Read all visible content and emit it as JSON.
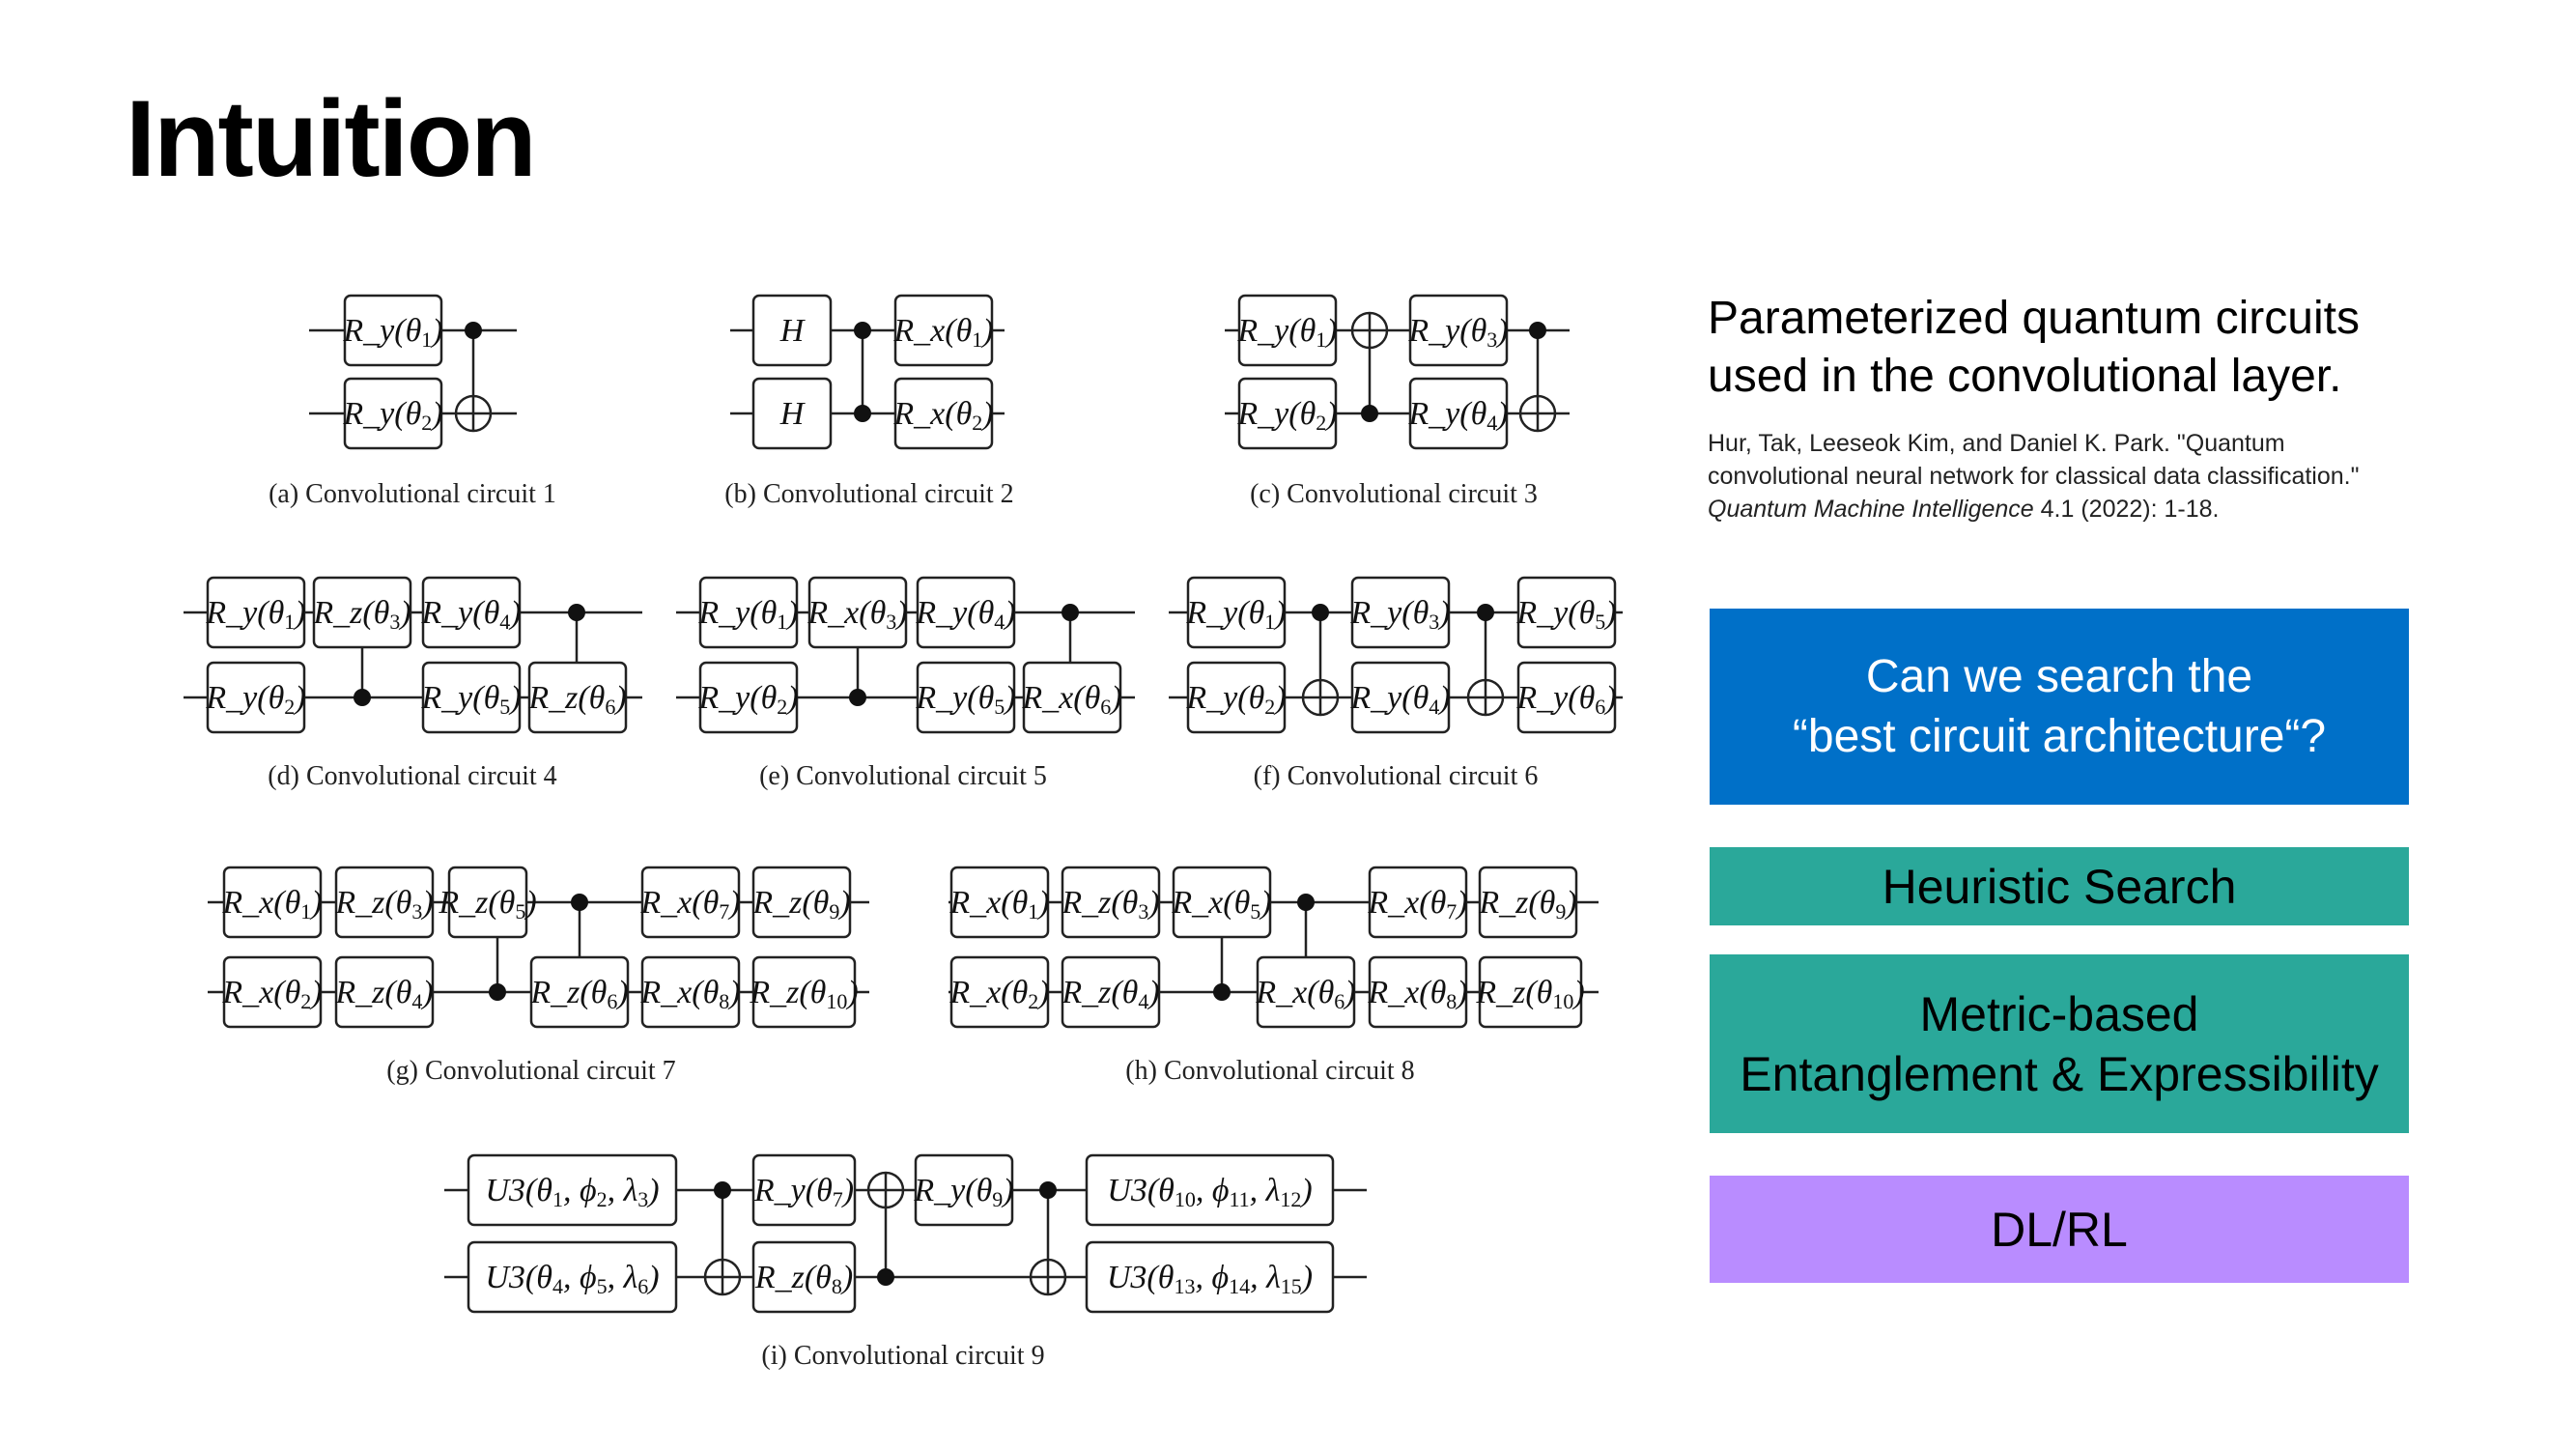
{
  "title": "Intuition",
  "circuits": [
    {
      "caption": "(a) Convolutional circuit 1",
      "gates": [
        "R_y(θ_1)",
        "R_y(θ_2)"
      ]
    },
    {
      "caption": "(b) Convolutional circuit 2",
      "gates": [
        "H",
        "H",
        "R_x(θ_1)",
        "R_x(θ_2)"
      ]
    },
    {
      "caption": "(c) Convolutional circuit 3",
      "gates": [
        "R_y(θ_1)",
        "R_y(θ_2)",
        "R_y(θ_3)",
        "R_y(θ_4)"
      ]
    },
    {
      "caption": "(d) Convolutional circuit 4",
      "gates": [
        "R_y(θ_1)",
        "R_y(θ_2)",
        "R_z(θ_3)",
        "R_y(θ_4)",
        "R_y(θ_5)",
        "R_z(θ_6)"
      ]
    },
    {
      "caption": "(e) Convolutional circuit 5",
      "gates": [
        "R_y(θ_1)",
        "R_y(θ_2)",
        "R_x(θ_3)",
        "R_y(θ_4)",
        "R_y(θ_5)",
        "R_x(θ_6)"
      ]
    },
    {
      "caption": "(f) Convolutional circuit 6",
      "gates": [
        "R_y(θ_1)",
        "R_y(θ_2)",
        "R_y(θ_3)",
        "R_y(θ_4)",
        "R_y(θ_5)",
        "R_y(θ_6)"
      ]
    },
    {
      "caption": "(g) Convolutional circuit 7",
      "gates": [
        "R_x(θ_1)",
        "R_x(θ_2)",
        "R_z(θ_3)",
        "R_z(θ_4)",
        "R_z(θ_5)",
        "R_z(θ_6)",
        "R_x(θ_7)",
        "R_x(θ_8)",
        "R_z(θ_9)",
        "R_z(θ_10)"
      ]
    },
    {
      "caption": "(h) Convolutional circuit 8",
      "gates": [
        "R_x(θ_1)",
        "R_x(θ_2)",
        "R_z(θ_3)",
        "R_z(θ_4)",
        "R_x(θ_5)",
        "R_x(θ_6)",
        "R_x(θ_7)",
        "R_x(θ_8)",
        "R_z(θ_9)",
        "R_z(θ_10)"
      ]
    },
    {
      "caption": "(i) Convolutional circuit 9",
      "gates": [
        "U3(θ_1, ϕ_2, λ_3)",
        "U3(θ_4, ϕ_5, λ_6)",
        "R_y(θ_7)",
        "R_z(θ_8)",
        "R_y(θ_9)",
        "U3(θ_10, ϕ_11, λ_12)",
        "U3(θ_13, ϕ_14, λ_15)"
      ]
    }
  ],
  "side": {
    "heading": "Parameterized quantum circuits used in the convolutional layer.",
    "citation": {
      "text": "Hur, Tak, Leeseok Kim, and Daniel K. Park. \"Quantum convolutional neural network for classical data classification.\"",
      "journal": "Quantum Machine Intelligence",
      "tail": "4.1 (2022): 1-18."
    },
    "question": {
      "line1": "Can we search the",
      "line2": "“best circuit architecture“?"
    },
    "heuristic": "Heuristic Search",
    "metric": {
      "line1": "Metric-based",
      "line2": "Entanglement & Expressibility"
    },
    "dlrl": "DL/RL"
  },
  "colors": {
    "blue": "#0070c8",
    "teal": "#2aa89a",
    "purple": "#b98cff"
  }
}
